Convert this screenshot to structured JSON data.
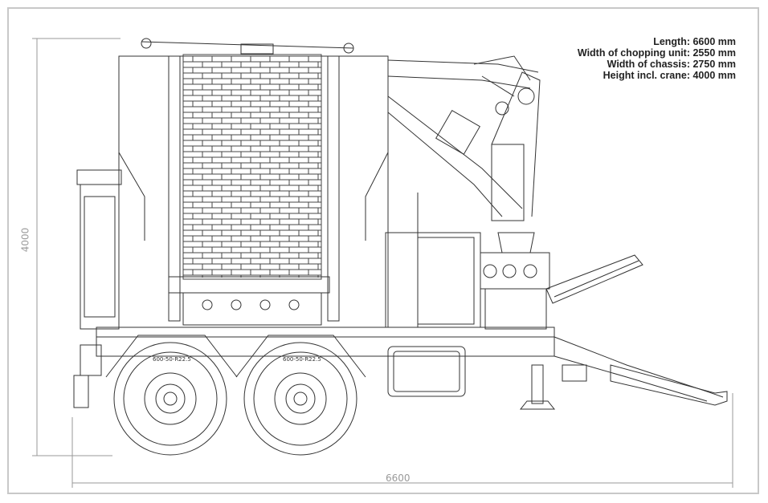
{
  "specs": {
    "length": "Length: 6600 mm",
    "width_unit": "Width of chopping unit: 2550 mm",
    "width_chassis": "Width of chassis: 2750 mm",
    "height": "Height incl. crane: 4000 mm"
  },
  "dimensions": {
    "length": "6600",
    "height": "4000"
  },
  "tires": {
    "front": "600-50-R22.5",
    "rear": "600-50-R22.5"
  }
}
